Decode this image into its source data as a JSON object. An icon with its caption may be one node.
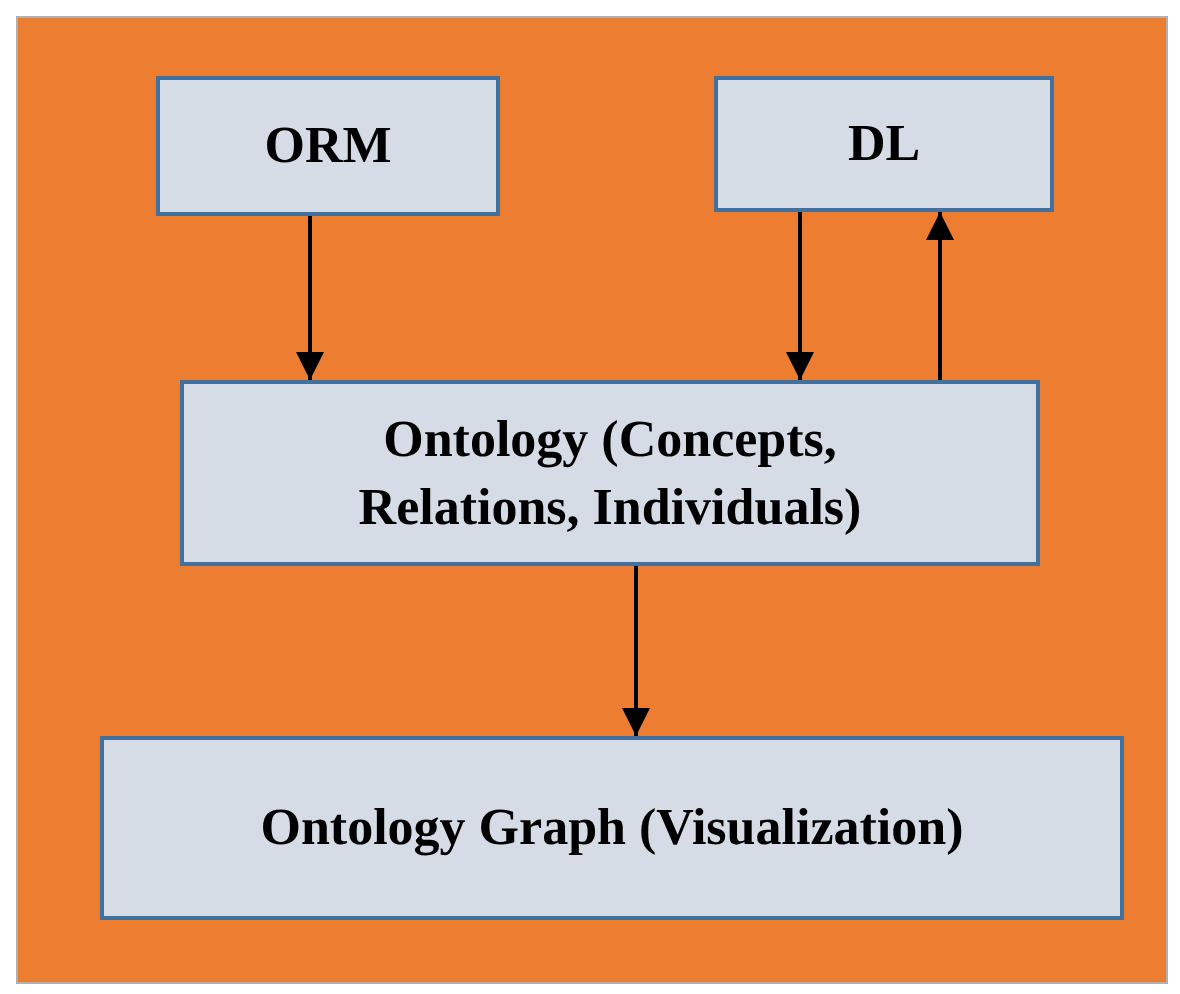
{
  "diagram": {
    "nodes": [
      {
        "text": [
          "ORM"
        ]
      },
      {
        "text": [
          "DL"
        ]
      },
      {
        "text": [
          "Ontology (Concepts, Relations, Individuals)"
        ]
      },
      {
        "text": [
          "Ontology Graph (Visualization)"
        ]
      }
    ],
    "edges": [
      {
        "from": 0,
        "to": 2,
        "arrow": "to"
      },
      {
        "from": 1,
        "to": 2,
        "arrow": "to"
      },
      {
        "from": 2,
        "to": 1,
        "arrow": "to"
      },
      {
        "from": 2,
        "to": 3,
        "arrow": "to"
      }
    ]
  }
}
